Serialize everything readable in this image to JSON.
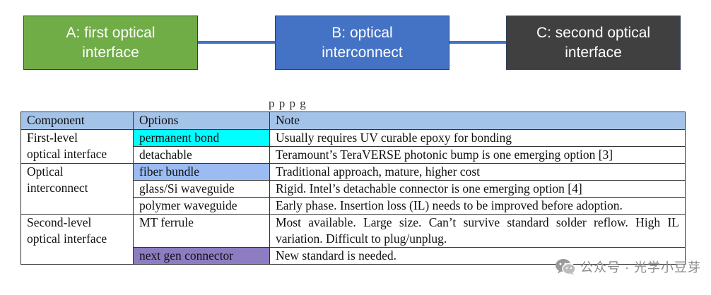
{
  "diagram": {
    "box_a": {
      "label": "A: first optical\ninterface",
      "color": "#70ad47"
    },
    "box_b": {
      "label": "B: optical\ninterconnect",
      "color": "#4472c4"
    },
    "box_c": {
      "label": "C: second optical\ninterface",
      "color": "#404040"
    },
    "connector_color": "#4472c4"
  },
  "caption_fragment": "p  p p  g",
  "table": {
    "headers": [
      "Component",
      "Options",
      "Note"
    ],
    "rows": [
      {
        "component": "First-level\noptical interface",
        "option": "permanent bond",
        "note": "Usually requires UV curable epoxy for bonding",
        "highlight": "#00ffff"
      },
      {
        "component": "",
        "option": "detachable",
        "note": "Teramount’s TeraVERSE photonic bump is one emerging option [3]"
      },
      {
        "component": "Optical\ninterconnect",
        "option": "fiber bundle",
        "note": "Traditional approach, mature, higher cost",
        "highlight": "#9bbbf2"
      },
      {
        "component": "",
        "option": "glass/Si waveguide",
        "note": "Rigid. Intel’s detachable connector is one emerging option [4]"
      },
      {
        "component": "",
        "option": "polymer waveguide",
        "note": "Early phase. Insertion loss (IL) needs to be improved before adoption."
      },
      {
        "component": "Second-level\noptical interface",
        "option": "MT ferrule",
        "note": "Most available. Large size. Can’t survive standard solder reflow. High IL variation. Difficult to plug/unplug."
      },
      {
        "component": "",
        "option": "next gen connector",
        "note": "New standard is needed.",
        "highlight": "#8e7cc3"
      }
    ]
  },
  "watermark": {
    "text": "公众号 · 光学小豆芽",
    "icon": "wechat-icon"
  }
}
